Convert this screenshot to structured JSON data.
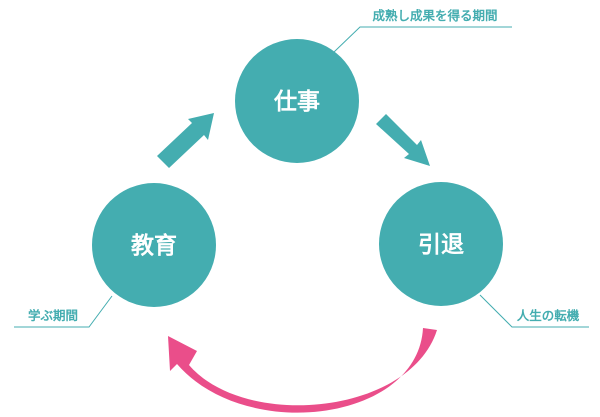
{
  "nodes": {
    "work": {
      "label": "仕事"
    },
    "retire": {
      "label": "引退"
    },
    "edu": {
      "label": "教育"
    }
  },
  "annotations": {
    "work": "成熟し成果を得る期間",
    "retire": "人生の転機",
    "edu": "学ぶ期間"
  },
  "colors": {
    "teal": "#44adb0",
    "pink": "#ea4e8a",
    "text": "#44adb0",
    "white": "#ffffff"
  }
}
